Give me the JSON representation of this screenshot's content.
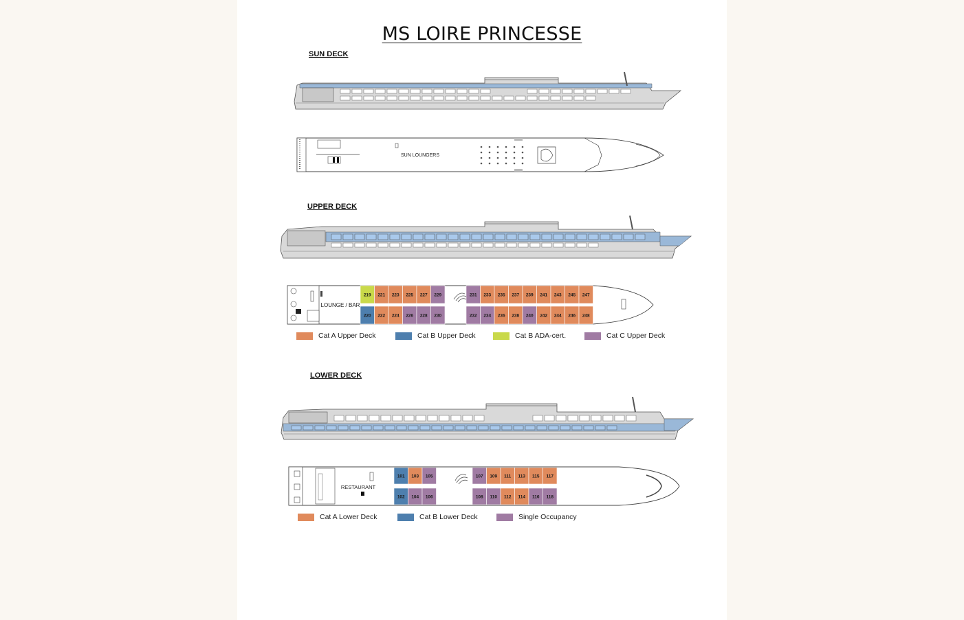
{
  "title": "MS LOIRE PRINCESSE",
  "colors": {
    "cat_a": "#e08a5c",
    "cat_b": "#4e7fae",
    "cat_b_ada": "#c9d94a",
    "cat_c": "#a07ba3",
    "hull_blue": "#9ab8d8",
    "window_blue": "#a9c9ec",
    "hull_grey": "#c8c8c8"
  },
  "sun_deck": {
    "label": "SUN DECK",
    "sun_loungers_label": "SUN LOUNGERS"
  },
  "upper_deck": {
    "label": "UPPER DECK",
    "lounge_label": "LOUNGE / BAR",
    "top_row": [
      {
        "no": "219",
        "cat": "cat_b_ada"
      },
      {
        "no": "221",
        "cat": "cat_a"
      },
      {
        "no": "223",
        "cat": "cat_a"
      },
      {
        "no": "225",
        "cat": "cat_a"
      },
      {
        "no": "227",
        "cat": "cat_a"
      },
      {
        "no": "229",
        "cat": "cat_c"
      },
      {
        "no": "231",
        "cat": "cat_c"
      },
      {
        "no": "233",
        "cat": "cat_a"
      },
      {
        "no": "235",
        "cat": "cat_a"
      },
      {
        "no": "237",
        "cat": "cat_a"
      },
      {
        "no": "239",
        "cat": "cat_a"
      },
      {
        "no": "241",
        "cat": "cat_a"
      },
      {
        "no": "243",
        "cat": "cat_a"
      },
      {
        "no": "245",
        "cat": "cat_a"
      },
      {
        "no": "247",
        "cat": "cat_a"
      }
    ],
    "bottom_row": [
      {
        "no": "220",
        "cat": "cat_b"
      },
      {
        "no": "222",
        "cat": "cat_a"
      },
      {
        "no": "224",
        "cat": "cat_a"
      },
      {
        "no": "226",
        "cat": "cat_c"
      },
      {
        "no": "228",
        "cat": "cat_c"
      },
      {
        "no": "230",
        "cat": "cat_c"
      },
      {
        "no": "232",
        "cat": "cat_c"
      },
      {
        "no": "234",
        "cat": "cat_c"
      },
      {
        "no": "236",
        "cat": "cat_a"
      },
      {
        "no": "238",
        "cat": "cat_a"
      },
      {
        "no": "240",
        "cat": "cat_c"
      },
      {
        "no": "242",
        "cat": "cat_a"
      },
      {
        "no": "244",
        "cat": "cat_a"
      },
      {
        "no": "246",
        "cat": "cat_a"
      },
      {
        "no": "248",
        "cat": "cat_a"
      }
    ],
    "legend": [
      {
        "label": "Cat A Upper Deck",
        "cat": "cat_a"
      },
      {
        "label": "Cat B Upper Deck",
        "cat": "cat_b"
      },
      {
        "label": "Cat B ADA-cert.",
        "cat": "cat_b_ada"
      },
      {
        "label": "Cat C Upper Deck",
        "cat": "cat_c"
      }
    ]
  },
  "lower_deck": {
    "label": "LOWER DECK",
    "restaurant_label": "RESTAURANT",
    "top_row": [
      {
        "no": "101",
        "cat": "cat_b"
      },
      {
        "no": "103",
        "cat": "cat_a"
      },
      {
        "no": "105",
        "cat": "cat_c"
      },
      {
        "no": "107",
        "cat": "cat_c"
      },
      {
        "no": "109",
        "cat": "cat_a"
      },
      {
        "no": "111",
        "cat": "cat_a"
      },
      {
        "no": "113",
        "cat": "cat_a"
      },
      {
        "no": "115",
        "cat": "cat_a"
      },
      {
        "no": "117",
        "cat": "cat_a"
      }
    ],
    "bottom_row": [
      {
        "no": "102",
        "cat": "cat_b"
      },
      {
        "no": "104",
        "cat": "cat_c"
      },
      {
        "no": "106",
        "cat": "cat_c"
      },
      {
        "no": "108",
        "cat": "cat_c"
      },
      {
        "no": "110",
        "cat": "cat_c"
      },
      {
        "no": "112",
        "cat": "cat_a"
      },
      {
        "no": "114",
        "cat": "cat_a"
      },
      {
        "no": "116",
        "cat": "cat_c"
      },
      {
        "no": "118",
        "cat": "cat_c"
      }
    ],
    "legend": [
      {
        "label": "Cat A Lower Deck",
        "cat": "cat_a"
      },
      {
        "label": "Cat B Lower Deck",
        "cat": "cat_b"
      },
      {
        "label": "Single Occupancy",
        "cat": "cat_c"
      }
    ]
  }
}
